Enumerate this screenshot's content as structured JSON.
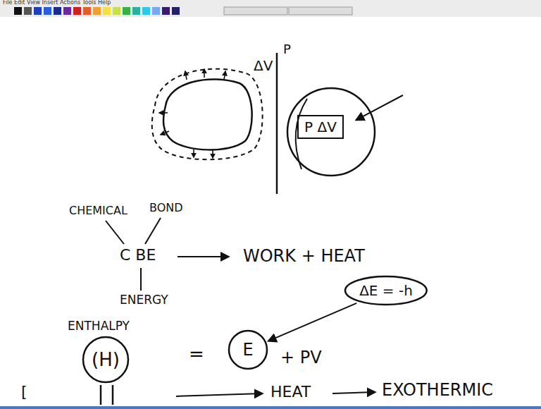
{
  "diagram": {
    "nodes": [
      {
        "text": [
          "P ΔV"
        ]
      },
      {
        "text": [
          "ΔE = -h"
        ]
      },
      {
        "text": [
          "E"
        ]
      },
      {
        "text": [
          "(H)"
        ]
      }
    ],
    "edges": [
      {
        "from": 1,
        "to": 2,
        "arrow": "to"
      }
    ],
    "labels": [
      "File Edit View Insert Actions Tools Help",
      "ΔV",
      "P",
      "CHEMICAL",
      "BOND",
      "C BE",
      "ENERGY",
      "WORK + HEAT",
      "ENTHALPY",
      "=",
      "+ PV",
      "[",
      "HEAT",
      "EXOTHERMIC"
    ]
  }
}
